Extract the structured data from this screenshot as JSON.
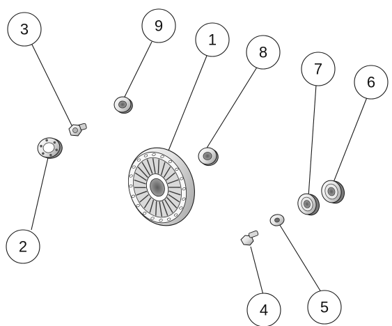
{
  "diagram": {
    "type": "exploded-assembly",
    "callouts": [
      {
        "id": "1",
        "label": "1"
      },
      {
        "id": "2",
        "label": "2"
      },
      {
        "id": "3",
        "label": "3"
      },
      {
        "id": "4",
        "label": "4"
      },
      {
        "id": "5",
        "label": "5"
      },
      {
        "id": "6",
        "label": "6"
      },
      {
        "id": "7",
        "label": "7"
      },
      {
        "id": "8",
        "label": "8"
      },
      {
        "id": "9",
        "label": "9"
      }
    ]
  },
  "colors": {
    "outline": "#1a1a1a",
    "part_fill": "#f2f2f2",
    "part_shade": "#bdbdbd",
    "part_dark": "#6e6e6e",
    "background": "#ffffff"
  }
}
